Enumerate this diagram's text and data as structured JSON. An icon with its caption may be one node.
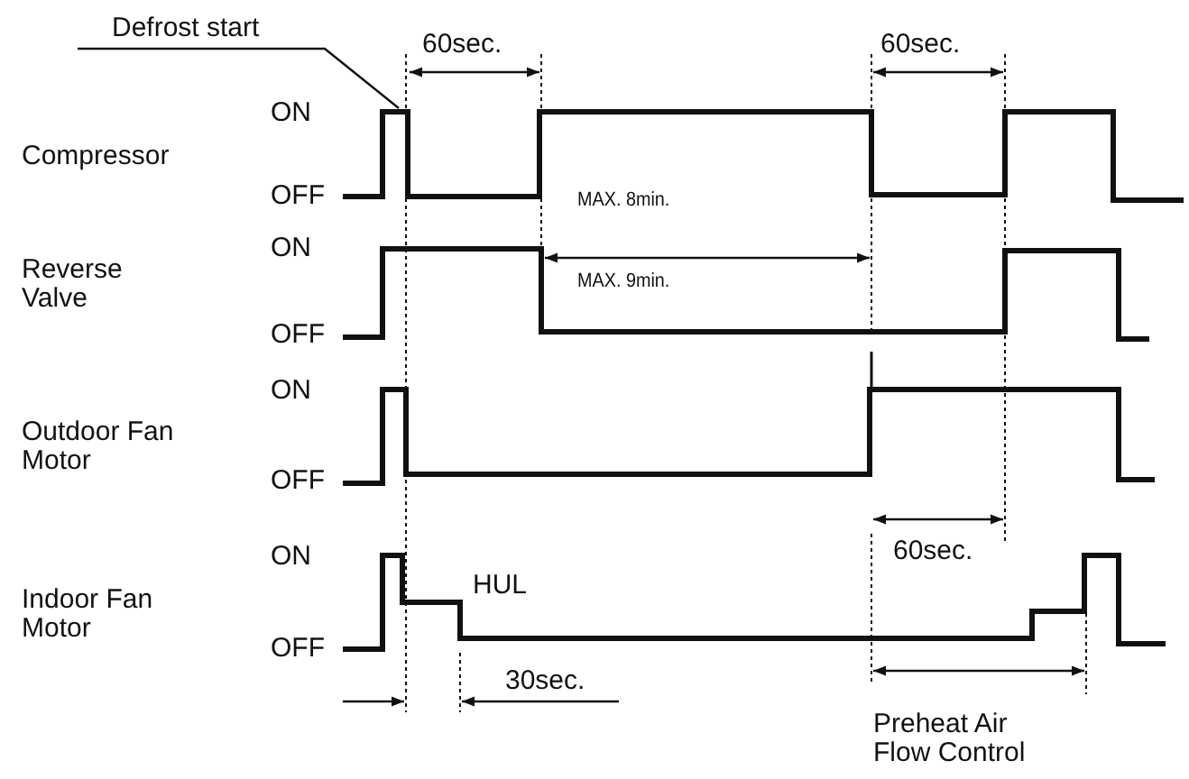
{
  "diagram": {
    "nodes": [
      {
        "text": [
          "Defrost start"
        ]
      },
      {
        "text": [],
        "shape": "picture"
      }
    ],
    "edges": [
      {
        "from": 0,
        "to": 1,
        "arrow": "none"
      }
    ],
    "labels": [
      "60sec.",
      "60sec.",
      "Compressor",
      "ON",
      "OFF",
      "MAX. 8min.",
      "Reverse Valve",
      "ON",
      "MAX. 9min.",
      "OFF",
      "Outdoor Fan Motor",
      "ON",
      "OFF",
      "60sec.",
      "Indoor Fan Motor",
      "ON",
      "HUL",
      "OFF",
      "30sec.",
      "Preheat Air Flow Control"
    ]
  }
}
